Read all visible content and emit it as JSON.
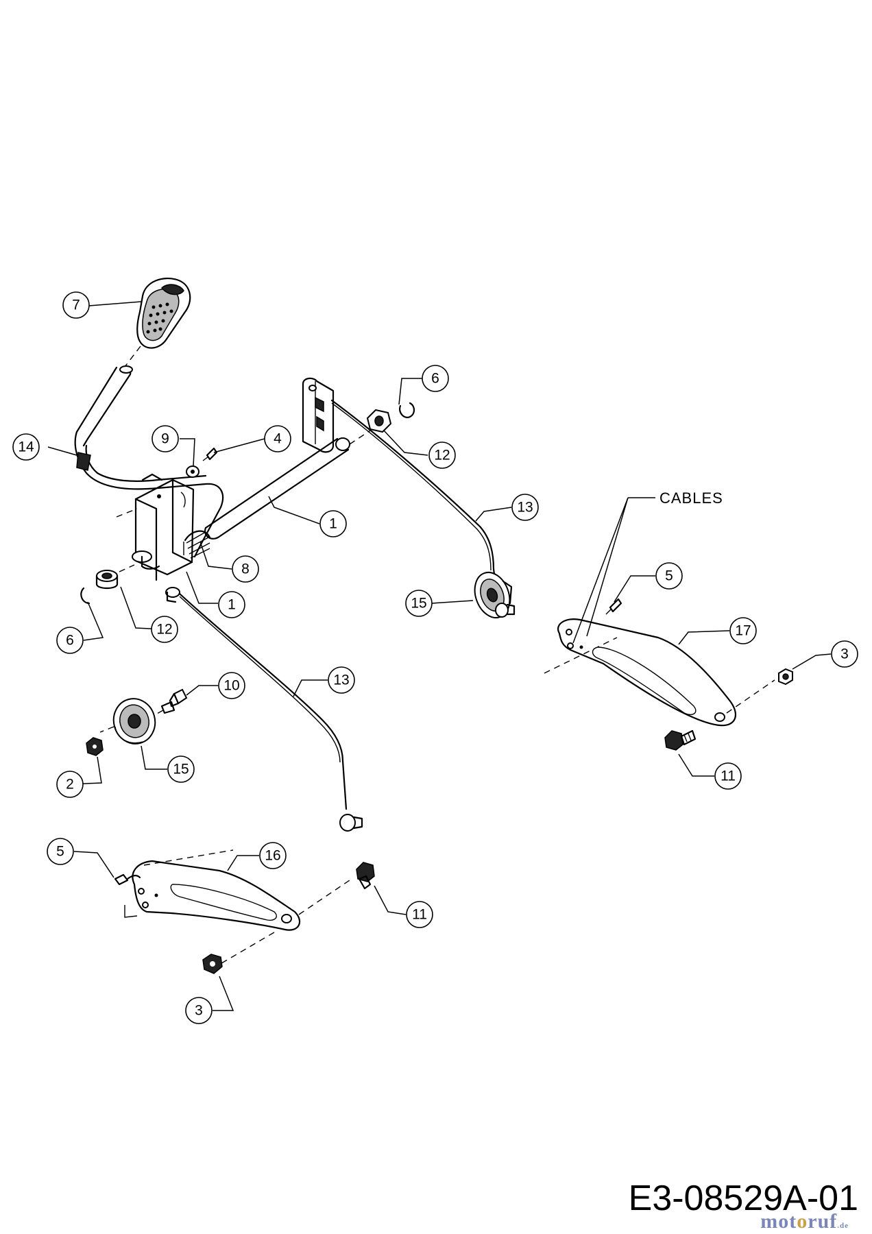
{
  "drawing_number": "E3-08529A-01",
  "callout_cables": "CABLES",
  "watermark": {
    "part1": "mot",
    "part2": "o",
    "part3": "ruf",
    "suffix": ".de"
  },
  "labels": [
    {
      "id": "p7",
      "text": "7"
    },
    {
      "id": "p14",
      "text": "14"
    },
    {
      "id": "p9",
      "text": "9"
    },
    {
      "id": "p4",
      "text": "4"
    },
    {
      "id": "p6a",
      "text": "6"
    },
    {
      "id": "p12a",
      "text": "12"
    },
    {
      "id": "p1a",
      "text": "1"
    },
    {
      "id": "p8",
      "text": "8"
    },
    {
      "id": "p1b",
      "text": "1"
    },
    {
      "id": "p12b",
      "text": "12"
    },
    {
      "id": "p6b",
      "text": "6"
    },
    {
      "id": "p13a",
      "text": "13"
    },
    {
      "id": "p15a",
      "text": "15"
    },
    {
      "id": "p5a",
      "text": "5"
    },
    {
      "id": "p17",
      "text": "17"
    },
    {
      "id": "p3a",
      "text": "3"
    },
    {
      "id": "p11a",
      "text": "11"
    },
    {
      "id": "p10",
      "text": "10"
    },
    {
      "id": "p13b",
      "text": "13"
    },
    {
      "id": "p2",
      "text": "2"
    },
    {
      "id": "p15b",
      "text": "15"
    },
    {
      "id": "p5b",
      "text": "5"
    },
    {
      "id": "p16",
      "text": "16"
    },
    {
      "id": "p11b",
      "text": "11"
    },
    {
      "id": "p3b",
      "text": "3"
    }
  ]
}
